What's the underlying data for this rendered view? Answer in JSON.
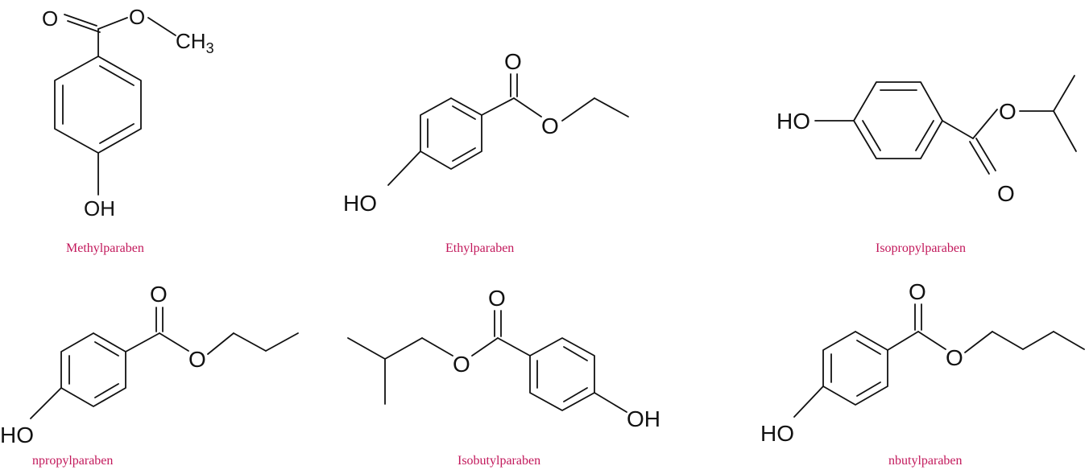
{
  "colors": {
    "caption": "#c2185b",
    "bond": "#111111",
    "background": "#ffffff"
  },
  "compounds": [
    {
      "name": "Methylparaben",
      "atoms": {
        "carbonyl_o": "O",
        "ester_o": "O",
        "methyl_c": "CH",
        "methyl_sub": "3",
        "hydroxyl": "OH"
      }
    },
    {
      "name": "Ethylparaben",
      "atoms": {
        "carbonyl_o": "O",
        "ester_o": "O",
        "hydroxyl": "HO"
      }
    },
    {
      "name": "Isopropylparaben",
      "atoms": {
        "carbonyl_o": "O",
        "ester_o": "O",
        "hydroxyl": "HO"
      }
    },
    {
      "name": "npropylparaben",
      "atoms": {
        "carbonyl_o": "O",
        "ester_o": "O",
        "hydroxyl": "HO"
      }
    },
    {
      "name": "Isobutylparaben",
      "atoms": {
        "carbonyl_o": "O",
        "ester_o": "O",
        "hydroxyl": "OH"
      }
    },
    {
      "name": "nbutylparaben",
      "atoms": {
        "carbonyl_o": "O",
        "ester_o": "O",
        "hydroxyl": "HO"
      }
    }
  ]
}
